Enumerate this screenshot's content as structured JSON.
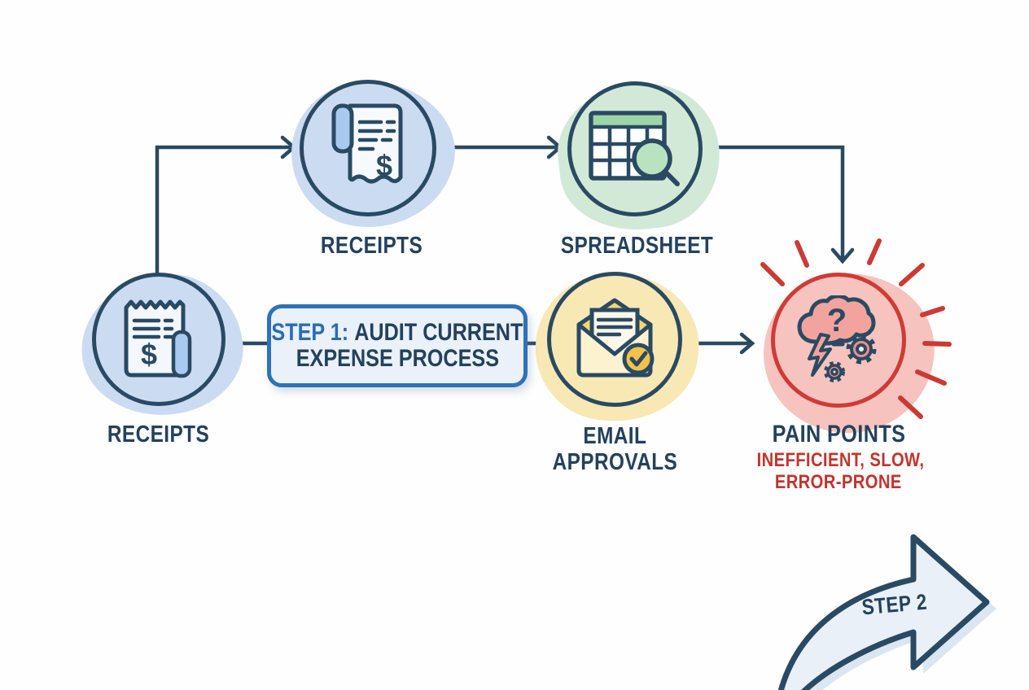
{
  "nodes": {
    "receipts_left": {
      "label": "RECEIPTS",
      "icon": "receipt-icon"
    },
    "receipts_top": {
      "label": "RECEIPTS",
      "icon": "receipt-icon"
    },
    "spreadsheet": {
      "label": "SPREADSHEET",
      "icon": "spreadsheet-magnifier-icon"
    },
    "email_approvals": {
      "label_line1": "EMAIL",
      "label_line2": "APPROVALS",
      "icon": "email-approved-icon"
    },
    "pain_points": {
      "label": "PAIN POINTS",
      "subtitle_line1": "INEFFICIENT, SLOW,",
      "subtitle_line2": "ERROR-PRONE",
      "icon": "confusion-cloud-gears-icon"
    }
  },
  "step_box": {
    "step_label": "STEP 1:",
    "title_line1": "AUDIT CURRENT",
    "title_line2": "EXPENSE PROCESS"
  },
  "next_step_arrow": {
    "label": "STEP 2",
    "icon": "curved-arrow-right"
  },
  "glyphs": {
    "dollar": "$",
    "question_mark": "?"
  },
  "colors": {
    "navy_outline": "#2a4a63",
    "navy_text": "#24415c",
    "blue_accent": "#2e72b8",
    "light_blue_blob": "#cbdcf2",
    "blue_fill": "#a9c9ee",
    "step_box_bg": "#eaf1f8",
    "green_blob": "#d3e9d8",
    "green_fill": "#9cd6a4",
    "yellow_blob": "#f8e8b4",
    "yellow_fill": "#f6d672",
    "gold_check": "#f3c24b",
    "pink_blob": "#f6c3be",
    "salmon_fill": "#f2a39e",
    "red_outline": "#cf3b36",
    "red_text": "#c2342e",
    "arrow_fill": "#e9f0f7"
  }
}
